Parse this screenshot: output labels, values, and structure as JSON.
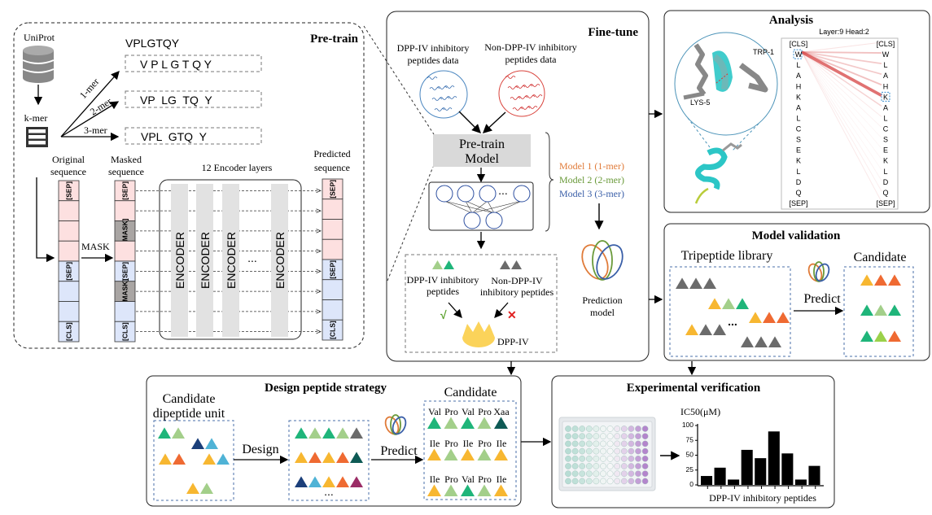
{
  "pretrain": {
    "title": "Pre-train",
    "source": "UniProt",
    "kmer": "k-mer",
    "sequence": "VPLGTQY",
    "kmer_labels": [
      "1-mer",
      "2-mer",
      "3-mer"
    ],
    "kmer_splits": [
      "V P L G T Q Y",
      "VP  LG  TQ  Y",
      "VPL  GTQ  Y"
    ],
    "original_label": [
      "Original",
      "sequence"
    ],
    "masked_label": [
      "Masked",
      "sequence"
    ],
    "predicted_label": [
      "Predicted",
      "sequence"
    ],
    "encoder_label": "12 Encoder layers",
    "encoder": "ENCODER",
    "ellipsis": "...",
    "mask_label": "MASK",
    "original_tokens": [
      "[SEP]",
      "",
      "",
      "",
      "[SEP]",
      "",
      "",
      "[CLS]"
    ],
    "masked_tokens": [
      "[SEP]",
      "",
      "[MASK]",
      "",
      "[SEP]",
      "[MASK]",
      "",
      "[CLS]"
    ],
    "predicted_tokens": [
      "[SEP]",
      "",
      "",
      "",
      "[SEP]",
      "",
      "",
      "[CLS]"
    ],
    "colors": {
      "pink": "#fde0e0",
      "blue": "#dde6fa",
      "mask": "#a9a5a3",
      "encoder": "#e2e2e2"
    }
  },
  "finetune": {
    "title": "Fine-tune",
    "pos_data": [
      "DPP-IV inhibitory",
      "peptides data"
    ],
    "neg_data": [
      "Non-DPP-IV inhibitory",
      "peptides data"
    ],
    "model_box": [
      "Pre-train",
      "Model"
    ],
    "models": [
      {
        "label": "Model 1 (1-mer)",
        "color": "#e07b39"
      },
      {
        "label": "Model 2 (2-mer)",
        "color": "#6a9a3a"
      },
      {
        "label": "Model 3 (3-mer)",
        "color": "#3a5fa8"
      }
    ],
    "prediction_model": [
      "Prediction",
      "model"
    ],
    "pos_peptides": [
      "DPP-IV inhibitory",
      "peptides"
    ],
    "neg_peptides": [
      "Non-DPP-IV",
      "inhibitory peptides"
    ],
    "check": "√",
    "cross": "✕",
    "enzyme": "DPP-IV",
    "nn_ellipsis": "..."
  },
  "analysis": {
    "title": "Analysis",
    "subtitle": "Layer:9 Head:2",
    "residue_1": "TRP-1",
    "residue_2": "LYS-5",
    "tokens": [
      "[CLS]",
      "W",
      "L",
      "A",
      "H",
      "K",
      "A",
      "L",
      "C",
      "S",
      "E",
      "K",
      "L",
      "D",
      "Q",
      "[SEP]"
    ],
    "attention_from_W": [
      0.15,
      0.35,
      0.3,
      0.3,
      0.35,
      0.8,
      0.25,
      0.12,
      0.08,
      0.06,
      0.06,
      0.06,
      0.06,
      0.08,
      0.1,
      0.12
    ],
    "attention_color": "#d94f4f"
  },
  "validation": {
    "title": "Model validation",
    "library": "Tripeptide library",
    "predict": "Predict",
    "candidate": "Candidate",
    "ellipsis": "...",
    "library_rows": [
      [
        "#6b6b6b",
        "#6b6b6b",
        "#6b6b6b"
      ],
      [
        "#f7b731",
        "#a3cf8a",
        "#1fb57a"
      ],
      [
        "#f7b731",
        "#ef6a32",
        "#ef6a32"
      ],
      [
        "#f7b731",
        "#6b6b6b",
        "#6b6b6b"
      ],
      [
        "#6b6b6b",
        "#6b6b6b",
        "#6b6b6b"
      ]
    ],
    "candidate_rows": [
      [
        "#f7b731",
        "#ef6a32",
        "#ef6a32"
      ],
      [
        "#1fb57a",
        "#a3cf8a",
        "#1fb57a"
      ],
      [
        "#1fb57a",
        "#9bd14a",
        "#ef6a32"
      ]
    ]
  },
  "design": {
    "title": "Design peptide strategy",
    "unit_label": [
      "Candidate",
      "dipeptide unit"
    ],
    "design": "Design",
    "predict": "Predict",
    "candidate": "Candidate",
    "ellipsis": "...",
    "units": [
      [
        "#1fb57a",
        "#a3cf8a"
      ],
      [
        "#1b3f7a",
        "#4fb3d6"
      ],
      [
        "#f7b731",
        "#ef6a32"
      ],
      [
        "#f7b731",
        "#4fb3d6"
      ],
      [
        "#f7b731",
        "#a3cf8a"
      ]
    ],
    "designed_rows": [
      [
        "#1fb57a",
        "#a3cf8a",
        "#1fb57a",
        "#a3cf8a",
        "#6b6b6b"
      ],
      [
        "#f7b731",
        "#ef6a32",
        "#f7b731",
        "#ef6a32",
        "#0e5a55"
      ],
      [
        "#1b3f7a",
        "#4fb3d6",
        "#f7b731",
        "#ef6a32",
        "#9b2c66"
      ]
    ],
    "candidates": [
      {
        "residues": [
          "Val",
          "Pro",
          "Val",
          "Pro",
          "Xaa"
        ],
        "colors": [
          "#1fb57a",
          "#a3cf8a",
          "#1fb57a",
          "#a3cf8a",
          "#0e5a55"
        ]
      },
      {
        "residues": [
          "Ile",
          "Pro",
          "Ile",
          "Pro",
          "Ile"
        ],
        "colors": [
          "#f7b731",
          "#a3cf8a",
          "#f7b731",
          "#a3cf8a",
          "#f7b731"
        ]
      },
      {
        "residues": [
          "Ile",
          "Pro",
          "Val",
          "Pro",
          "Ile"
        ],
        "colors": [
          "#f7b731",
          "#a3cf8a",
          "#1fb57a",
          "#a3cf8a",
          "#f7b731"
        ]
      }
    ]
  },
  "experimental": {
    "title": "Experimental verification"
  },
  "chart_data": {
    "type": "bar",
    "title": "",
    "ylabel": "IC50(μM)",
    "xlabel": "DPP-IV inhibitory peptides",
    "ylim": [
      0,
      100
    ],
    "yticks": [
      "0",
      "25",
      "50",
      "75",
      "100"
    ],
    "values": [
      15,
      29,
      9,
      59,
      45,
      90,
      53,
      9,
      32
    ],
    "bar_color": "#000000"
  }
}
